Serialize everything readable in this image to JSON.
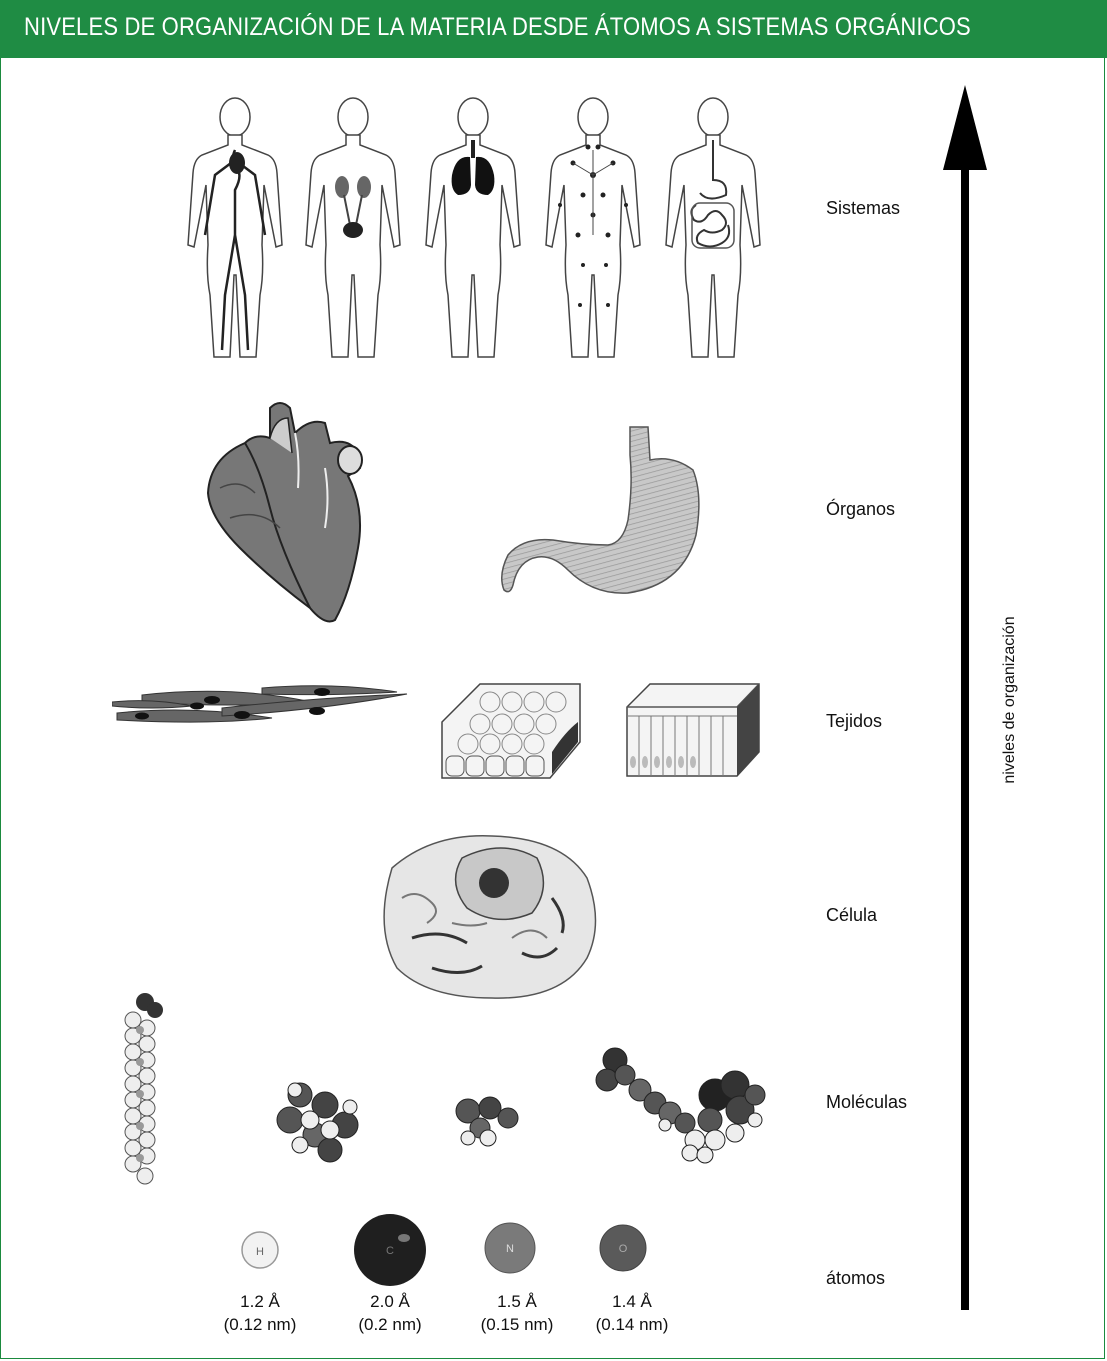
{
  "header": {
    "title": "NIVELES DE ORGANIZACIÓN DE LA MATERIA DESDE ÁTOMOS A SISTEMAS ORGÁNICOS",
    "color": "#1f8c44"
  },
  "levels": [
    {
      "label": "Sistemas"
    },
    {
      "label": "Órganos"
    },
    {
      "label": "Tejidos"
    },
    {
      "label": "Célula"
    },
    {
      "label": "Moléculas"
    },
    {
      "label": "átomos"
    }
  ],
  "axis": {
    "label": "niveles de organización",
    "icon": "up-arrow-icon"
  },
  "atoms": [
    {
      "symbol": "H",
      "size_a": "1.2 Å",
      "size_nm": "(0.12 nm)"
    },
    {
      "symbol": "C",
      "size_a": "2.0 Å",
      "size_nm": "(0.2 nm)"
    },
    {
      "symbol": "N",
      "size_a": "1.5 Å",
      "size_nm": "(0.15 nm)"
    },
    {
      "symbol": "O",
      "size_a": "1.4 Å",
      "size_nm": "(0.14 nm)"
    }
  ]
}
